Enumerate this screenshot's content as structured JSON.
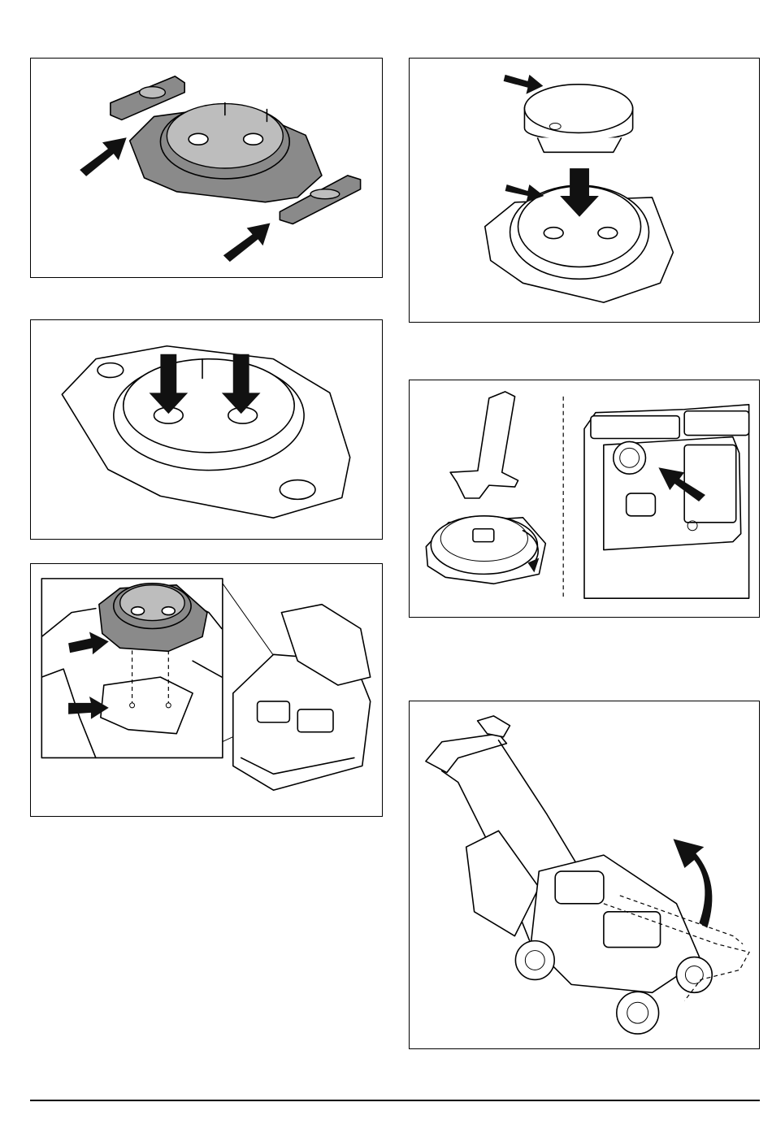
{
  "document": {
    "type": "instruction-illustrations",
    "figures": [
      {
        "id": "fig-1",
        "icon": "base-station-plate-with-side-pieces"
      },
      {
        "id": "fig-2",
        "icon": "base-station-plate-screw-points"
      },
      {
        "id": "fig-3",
        "icon": "plate-mounted-on-mower-battery-compartment"
      },
      {
        "id": "fig-4",
        "icon": "cap-placed-on-plate"
      },
      {
        "id": "fig-5",
        "icon": "key-turning-cap-in-compartment"
      },
      {
        "id": "fig-6",
        "icon": "lawn-mower-handle-folding"
      }
    ]
  }
}
